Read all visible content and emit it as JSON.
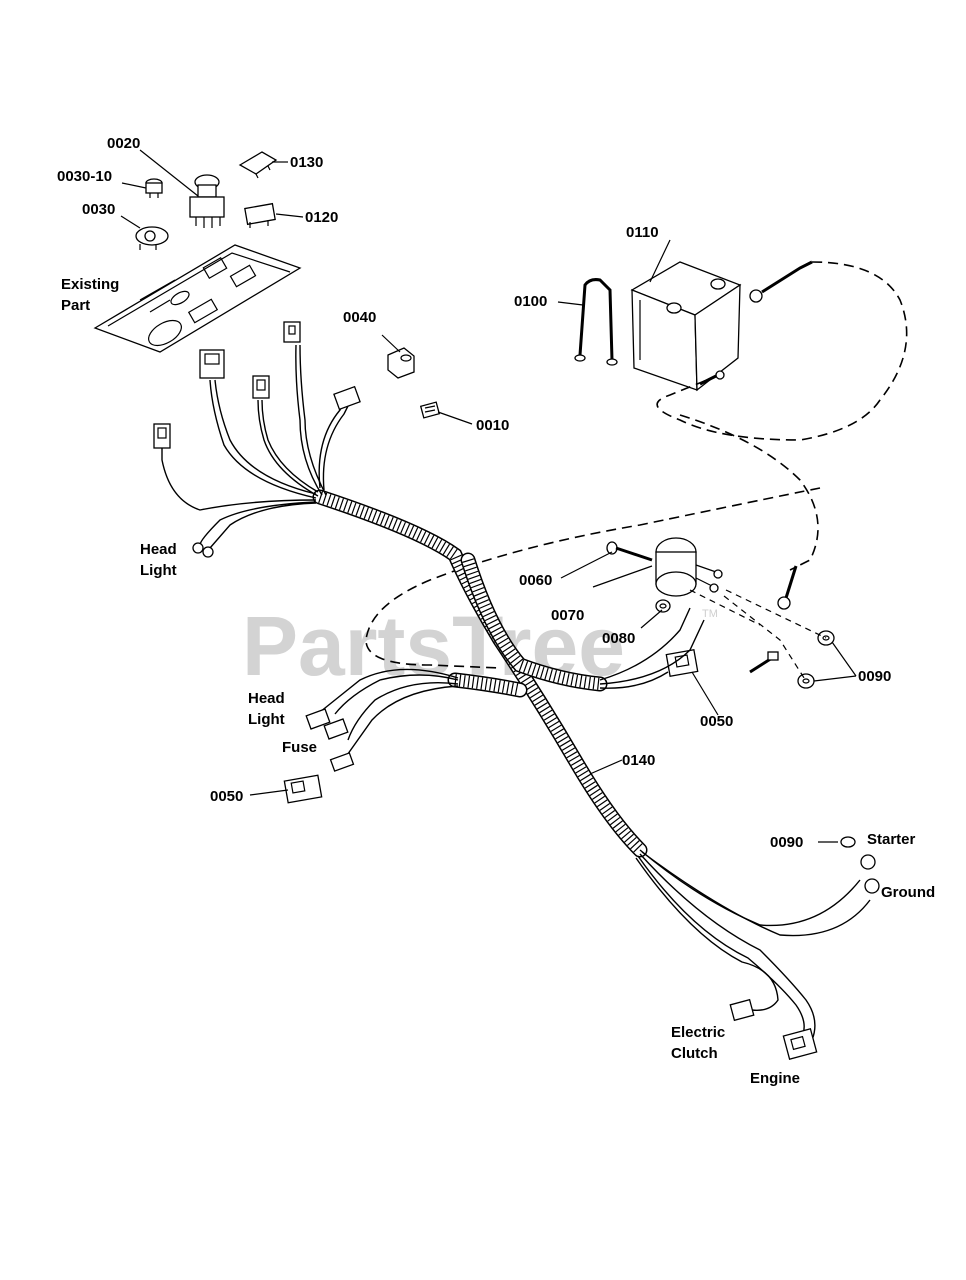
{
  "watermark": {
    "text": "PartsTree",
    "tm": "TM"
  },
  "labels": {
    "p0020": "0020",
    "p0030_10": "0030-10",
    "p0030": "0030",
    "p0130": "0130",
    "p0120": "0120",
    "existing_part": [
      "Existing",
      "Part"
    ],
    "p0040": "0040",
    "p0010": "0010",
    "p0110": "0110",
    "p0100": "0100",
    "head_light_1": [
      "Head",
      "Light"
    ],
    "p0060": "0060",
    "p0070": "0070",
    "p0080": "0080",
    "p0090_a": "0090",
    "p0050_a": "0050",
    "head_light_2": [
      "Head",
      "Light"
    ],
    "fuse": "Fuse",
    "p0050_b": "0050",
    "p0140": "0140",
    "p0090_b": "0090",
    "starter": "Starter",
    "ground": "Ground",
    "electric_clutch": [
      "Electric",
      "Clutch"
    ],
    "engine": "Engine"
  }
}
